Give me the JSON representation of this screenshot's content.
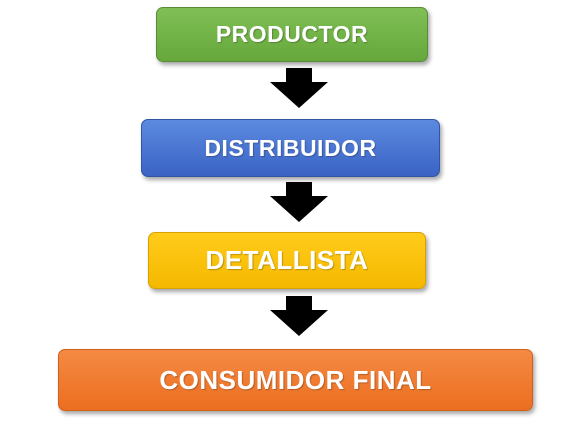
{
  "diagram": {
    "nodes": [
      {
        "id": "productor",
        "label": "PRODUCTOR",
        "color_top": "#7fbf55",
        "color_bottom": "#66a83c"
      },
      {
        "id": "distribuidor",
        "label": "DISTRIBUIDOR",
        "color_top": "#5c8ae0",
        "color_bottom": "#3a63c4"
      },
      {
        "id": "detallista",
        "label": "DETALLISTA",
        "color_top": "#ffcc1a",
        "color_bottom": "#f5b800"
      },
      {
        "id": "consumidor",
        "label": "CONSUMIDOR FINAL",
        "color_top": "#f48a44",
        "color_bottom": "#ec6e20"
      }
    ],
    "edges": [
      {
        "from": "productor",
        "to": "distribuidor"
      },
      {
        "from": "distribuidor",
        "to": "detallista"
      },
      {
        "from": "detallista",
        "to": "consumidor"
      }
    ],
    "arrow_color": "#000000",
    "text_color": "#ffffff"
  }
}
